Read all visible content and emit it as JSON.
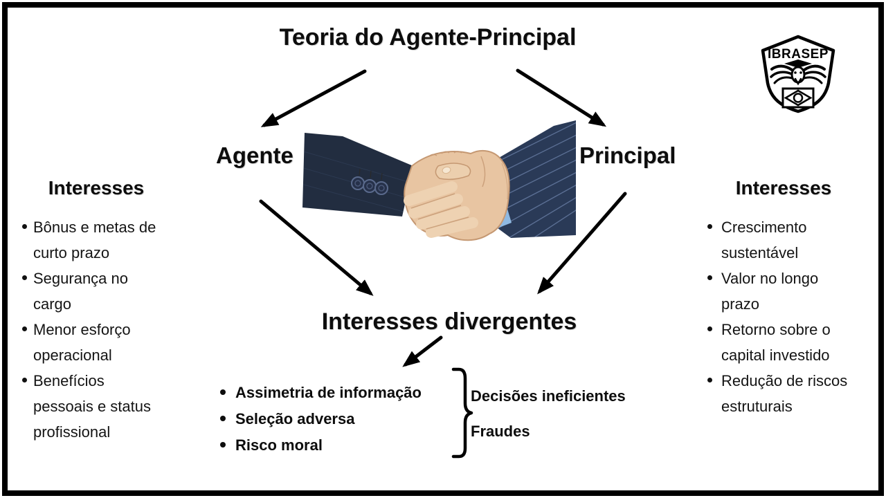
{
  "title": "Teoria do Agente-Principal",
  "logo": {
    "text": "IBRASEP"
  },
  "agent": {
    "label": "Agente",
    "interests_title": "Interesses",
    "interests": [
      "Bônus e metas de\ncurto prazo",
      "Segurança no\ncargo",
      "Menor esforço\noperacional",
      "Benefícios\npessoais e status\nprofissional"
    ]
  },
  "principal": {
    "label": "Principal",
    "interests_title": "Interesses",
    "interests": [
      "Crescimento\nsustentável",
      "Valor no longo\nprazo",
      "Retorno sobre o\ncapital investido",
      "Redução de riscos\nestruturais"
    ]
  },
  "divergence": {
    "title": "Interesses divergentes",
    "causes": [
      "Assimetria de informação",
      "Seleção adversa",
      "Risco moral"
    ],
    "consequences": [
      "Decisões ineficientes",
      "Fraudes"
    ]
  },
  "colors": {
    "text": "#111111",
    "line": "#000000",
    "background": "#ffffff",
    "suit_left": "#222d40",
    "suit_right": "#2a3a57",
    "pinstripe": "#64799f",
    "skin": "#e8c5a2",
    "skin_light": "#eed2b2",
    "skin_shadow": "#c59872",
    "shirt_cuff": "#8fb9e2"
  }
}
